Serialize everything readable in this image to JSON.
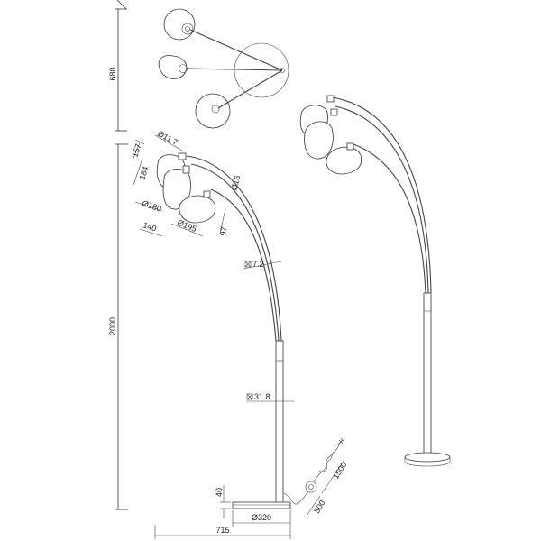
{
  "diagram": {
    "type": "technical-drawing",
    "subject": "three-arm arc floor lamp",
    "views": [
      "top-view",
      "side-view-dimensioned",
      "perspective-view"
    ],
    "units": "mm"
  },
  "dimensions": {
    "top_view_depth": "680",
    "total_height": "2000",
    "total_width": "715",
    "base_diameter": "Ø320",
    "base_height": "40",
    "arm_tube_diameter": "Ø11.7",
    "arm_tube_diameter_2": "Ø16",
    "shade_height_1": "157",
    "shade_height_2": "184",
    "shade_diameter_1": "Ø180",
    "shade_width_1": "140",
    "shade_diameter_2": "Ø195",
    "shade_height_3": "97",
    "arc_profile": "7.2",
    "pole_profile": "31.8",
    "cable_length_1": "1500",
    "cable_length_2": "500"
  }
}
